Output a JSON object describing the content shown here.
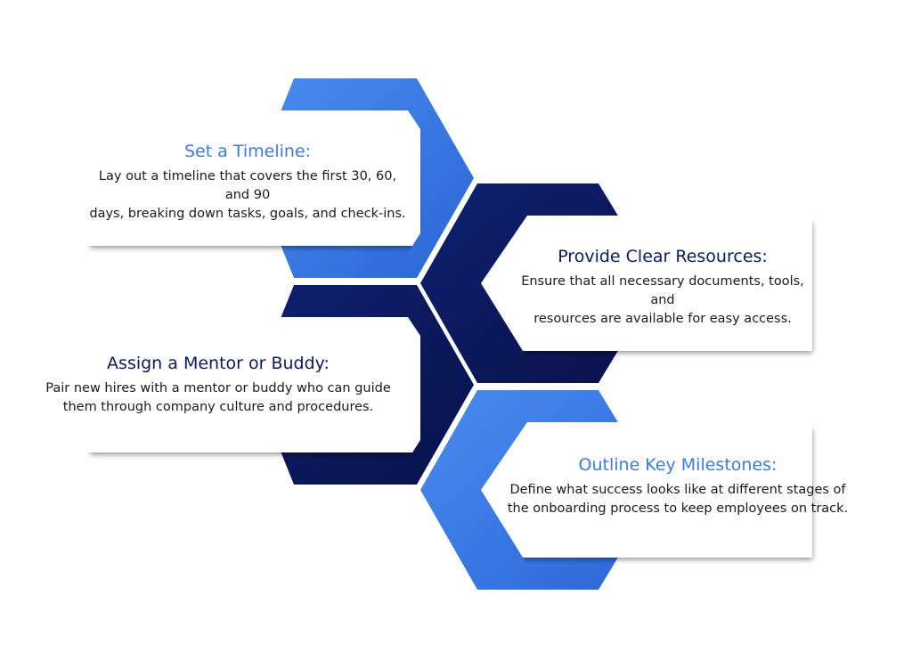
{
  "colors": {
    "light_blue": "#3b7be6",
    "dark_navy": "#0b1a5e",
    "panel_bg": "#ffffff"
  },
  "steps": [
    {
      "title": "Set a Timeline:",
      "line1": "Lay out a timeline that covers the first 30, 60, and 90",
      "line2": "days, breaking down tasks, goals, and check-ins."
    },
    {
      "title": "Provide Clear Resources:",
      "line1": "Ensure that all necessary documents, tools, and",
      "line2": "resources are available for easy access."
    },
    {
      "title": "Assign a Mentor or Buddy:",
      "line1": "Pair new hires with a mentor or buddy who can guide",
      "line2": "them through company culture and procedures."
    },
    {
      "title": "Outline Key Milestones:",
      "line1": "Define what success looks like at different stages of",
      "line2": "the onboarding process to keep employees on track."
    }
  ]
}
